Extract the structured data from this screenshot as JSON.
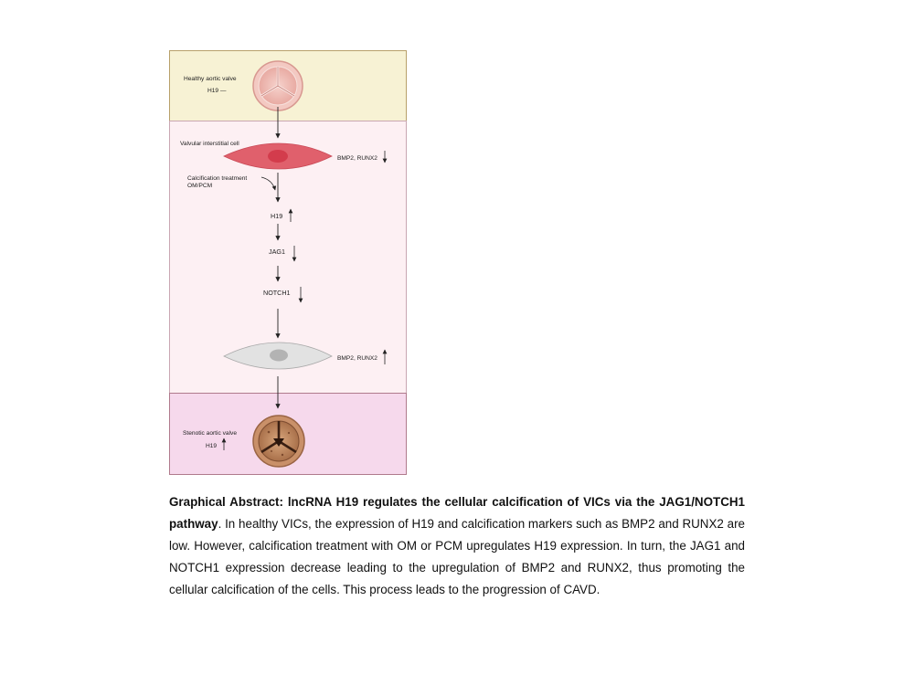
{
  "figure": {
    "healthy_label": "Healthy aortic valve",
    "healthy_h19": "H19 —",
    "vic_label": "Valvular interstitial cell",
    "markers_low": "BMP2, RUNX2",
    "treatment_label_1": "Calcification treatment",
    "treatment_label_2": "OM/PCM",
    "h19": "H19",
    "jag1": "JAG1",
    "notch1": "NOTCH1",
    "markers_high": "BMP2, RUNX2",
    "stenotic_label": "Stenotic aortic valve",
    "stenotic_h19": "H19",
    "colors": {
      "top_box": "#f7f2d4",
      "middle_box": "#fdf0f3",
      "bottom_box": "#f6d9ec",
      "box_border": "#b07a8c",
      "healthy_cell": "#e0606c",
      "calcified_cell": "#d6d6d6"
    }
  },
  "caption": {
    "bold": "Graphical Abstract: lncRNA H19 regulates the cellular calcification of VICs via the JAG1/NOTCH1 pathway",
    "text": ". In healthy VICs, the expression of H19 and calcification markers such as BMP2 and RUNX2 are low. However, calcification treatment with OM or PCM upregulates H19 expression. In turn, the JAG1 and NOTCH1 expression decrease leading to the upregulation of BMP2 and RUNX2, thus promoting the cellular calcification of the cells. This process leads to the progression of CAVD."
  }
}
